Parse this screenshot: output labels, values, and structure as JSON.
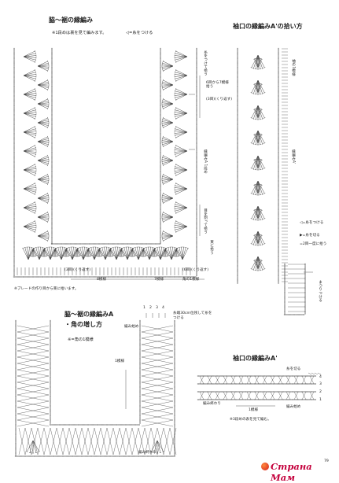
{
  "page_number": "79",
  "upper_left": {
    "title": "脇～裾の縁編み",
    "note1": "※1段めは裏を見て編みます。",
    "legend_yarn_attach": "◁=糸をつける",
    "label_8": "8模様",
    "label_7": "7模様",
    "label_edge": "角の1模様",
    "label_rotate_1": "糸をつけて拾う",
    "label_rotate_2": "6目から7模様拾う",
    "label_rotate_3": "(3目)(くり返す)",
    "label_rotate_4": "縁編みA 1段め",
    "label_rotate_5": "目を割って拾う",
    "label_rotate_6": "束に拾う",
    "bottom_note1": "(3目)(くり返す)",
    "bottom_note2": "(6目)(くり返す)",
    "braid_note": "※ブレードの作り目から束に拾います。"
  },
  "upper_right": {
    "title": "袖口の縁編みA'の拾い方",
    "label_sleeve_pick": "袖の1模様",
    "label_edge_a": "縁編みA'",
    "legend_cut": "◁=糸をつける",
    "legend_join": "▶=糸を切る",
    "label_2tuck": "=2目一度に拾う",
    "label_gather": "まつりつける"
  },
  "lower_left": {
    "title": "脇～裾の縁編みA",
    "subtitle": "・角の増し方",
    "note": "※=角の1模様",
    "row_numbers": [
      "1",
      "2",
      "3",
      "4"
    ],
    "label_start": "編み始め",
    "label_chain": "糸端30cm位残して糸をつける",
    "label_side": "1模様",
    "label_corner_end": "編み終わり"
  },
  "lower_right": {
    "title": "袖口の縁編みA'",
    "label_yarn_cut": "糸を切る",
    "row_numbers": [
      "4",
      "3",
      "2",
      "1"
    ],
    "label_pattern": "1模様",
    "label_start": "編み始め",
    "label_end": "編み終わり",
    "note": "※3段めの表を見て編む。"
  },
  "watermark": {
    "brand": "Страна Мам"
  },
  "colors": {
    "ink": "#333333",
    "brand": "#c4003c"
  }
}
